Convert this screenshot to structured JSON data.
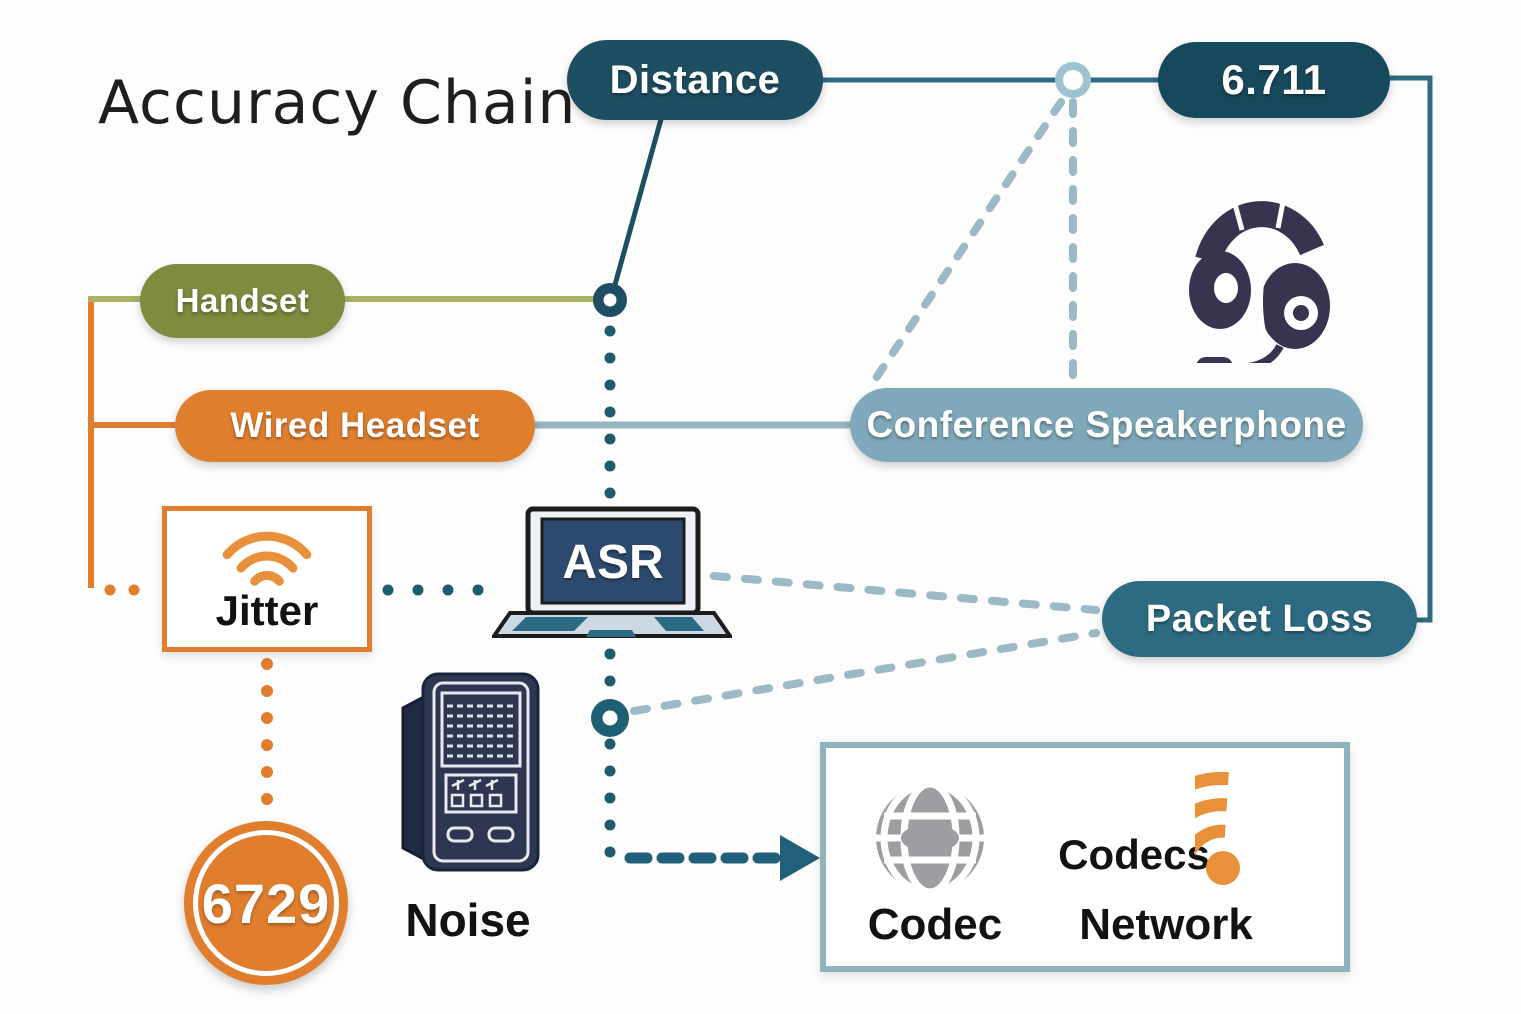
{
  "title": "Accuracy Chain",
  "nodes": {
    "distance": "Distance",
    "g711": "6.711",
    "handset": "Handset",
    "wired_headset": "Wired Headset",
    "conference_speakerphone": "Conference Speakerphone",
    "jitter": "Jitter",
    "asr": "ASR",
    "packet_loss": "Packet Loss",
    "g729": "6729",
    "noise": "Noise",
    "codec": "Codec",
    "codecs": "Codecs",
    "network": "Network"
  },
  "icons": {
    "headset": "headset-icon",
    "wifi_jitter": "wifi-icon",
    "laptop_asr": "laptop-icon",
    "desk_phone": "desk-phone-icon",
    "globe": "globe-icon",
    "network_beacon": "wifi-beacon-icon",
    "junction_node": "junction-node",
    "ring_node": "ring-node",
    "arrow": "arrow-right-icon"
  },
  "colors": {
    "teal_dark": "#1d4e61",
    "teal_mid": "#2d6b82",
    "teal_dot": "#205a6e",
    "olive": "#7d8c3f",
    "olive_line": "#a9b265",
    "orange": "#e07e2e",
    "steel_blue": "#7fa9ba",
    "dash_blue": "#9cb9c6",
    "icon_navy": "#39334f",
    "globe_gray": "#9d9da2",
    "wifi_orange": "#e8913a",
    "text_black": "#1e1e1e",
    "background": "#fdfdfd"
  }
}
